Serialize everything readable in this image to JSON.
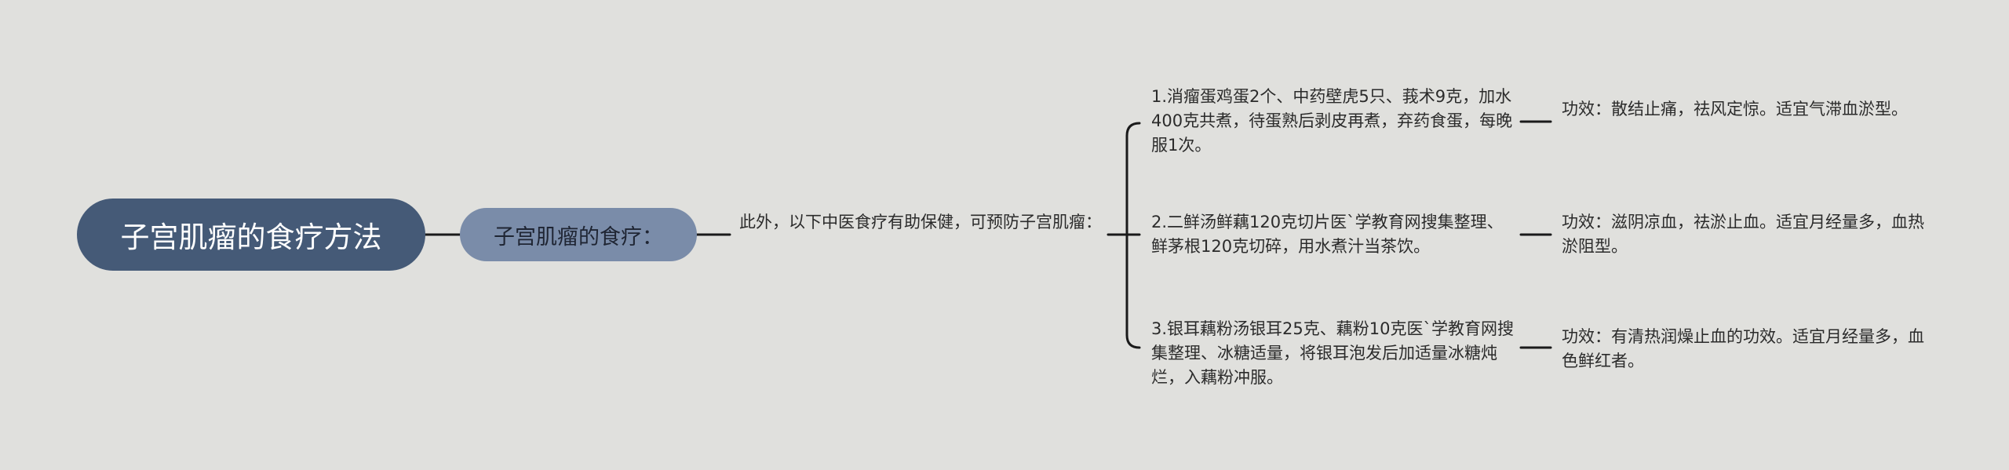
{
  "root": {
    "label": "子宫肌瘤的食疗方法"
  },
  "branch": {
    "label": "子宫肌瘤的食疗："
  },
  "intro": {
    "text": "此外，以下中医食疗有助保健，可预防子宫肌瘤："
  },
  "recipes": [
    {
      "text": "1.消瘤蛋鸡蛋2个、中药壁虎5只、莪术9克，加水400克共煮，待蛋熟后剥皮再煮，弃药食蛋，每晚服1次。",
      "effect": "功效：散结止痛，祛风定惊。适宜气滞血淤型。"
    },
    {
      "text": "2.二鲜汤鲜藕120克切片医`学教育网搜集整理、鲜茅根120克切碎，用水煮汁当茶饮。",
      "effect": "功效：滋阴凉血，祛淤止血。适宜月经量多，血热淤阻型。"
    },
    {
      "text": "3.银耳藕粉汤银耳25克、藕粉10克医`学教育网搜集整理、冰糖适量，将银耳泡发后加适量冰糖炖烂，入藕粉冲服。",
      "effect": "功效：有清热润燥止血的功效。适宜月经量多，血色鲜红者。"
    }
  ],
  "colors": {
    "background": "#e0e0dd",
    "root_fill": "#455a77",
    "branch_fill": "#7a8ca9",
    "connector": "#1a1a1a"
  }
}
